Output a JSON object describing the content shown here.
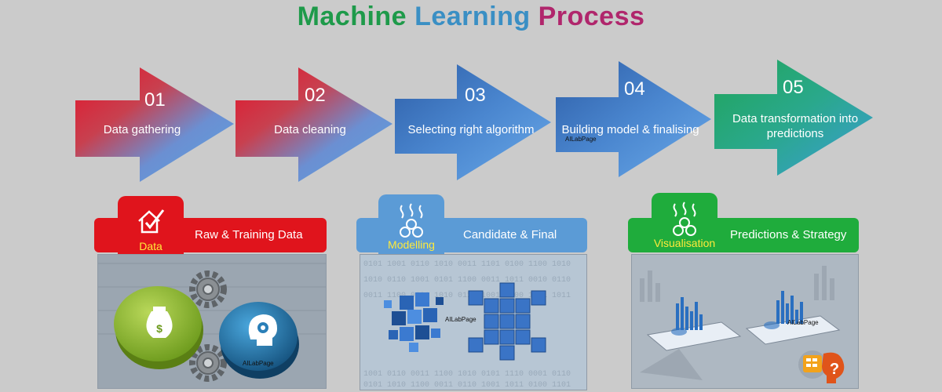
{
  "title_words": [
    {
      "text": "Machine",
      "color": "#1e9a4a"
    },
    {
      "text": "Learning",
      "color": "#3a8fc4"
    },
    {
      "text": "Process",
      "color": "#b0266c"
    }
  ],
  "steps": [
    {
      "number": "01",
      "label": "Data gathering"
    },
    {
      "number": "02",
      "label": "Data cleaning"
    },
    {
      "number": "03",
      "label": "Selecting right algorithm"
    },
    {
      "number": "04",
      "label": "Building model & finalising"
    },
    {
      "number": "05",
      "label_line1": "Data transformation into",
      "label_line2": "predictions"
    }
  ],
  "watermark": "AILabPage",
  "panels": [
    {
      "tab_label": "Data",
      "header": "Raw & Training Data",
      "tab_icon": "house-check-icon",
      "color": "#e0141c"
    },
    {
      "tab_label": "Modelling",
      "header": "Candidate & Final",
      "tab_icon": "brain-network-icon",
      "color": "#5b9bd6"
    },
    {
      "tab_label": "Visualisation",
      "header": "Predictions & Strategy",
      "tab_icon": "brain-network-icon",
      "color": "#1fac3c"
    }
  ]
}
